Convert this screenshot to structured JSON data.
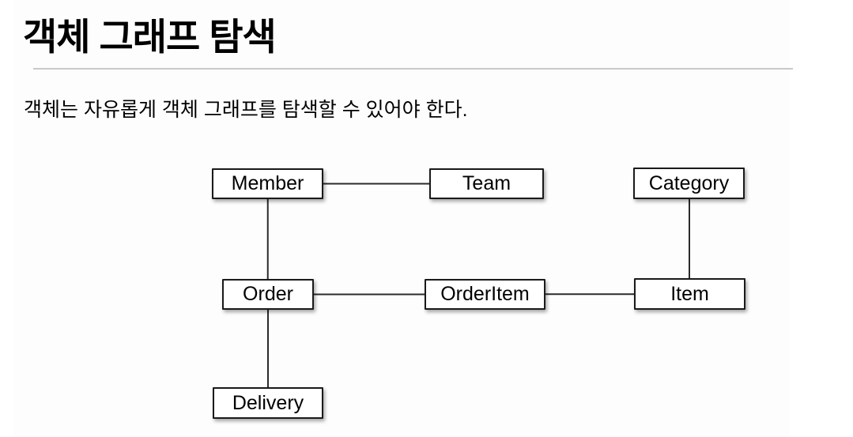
{
  "page": {
    "title": "객체 그래프 탐색",
    "subtitle": "객체는 자유롭게 객체 그래프를 탐색할 수 있어야 한다."
  },
  "diagram": {
    "nodes": [
      {
        "id": "member",
        "label": "Member"
      },
      {
        "id": "team",
        "label": "Team"
      },
      {
        "id": "category",
        "label": "Category"
      },
      {
        "id": "order",
        "label": "Order"
      },
      {
        "id": "orderitem",
        "label": "OrderItem"
      },
      {
        "id": "item",
        "label": "Item"
      },
      {
        "id": "delivery",
        "label": "Delivery"
      }
    ],
    "edges": [
      {
        "from": "member",
        "to": "team"
      },
      {
        "from": "member",
        "to": "order"
      },
      {
        "from": "order",
        "to": "orderitem"
      },
      {
        "from": "orderitem",
        "to": "item"
      },
      {
        "from": "category",
        "to": "item"
      },
      {
        "from": "order",
        "to": "delivery"
      }
    ]
  },
  "colors": {
    "background": "#ffffff",
    "slide_background": "#fdfdfd",
    "box_border": "#1a1a1a",
    "box_fill": "#ffffff",
    "connector": "#2b2b2b",
    "rule": "#c9c9c9",
    "text": "#000000"
  }
}
